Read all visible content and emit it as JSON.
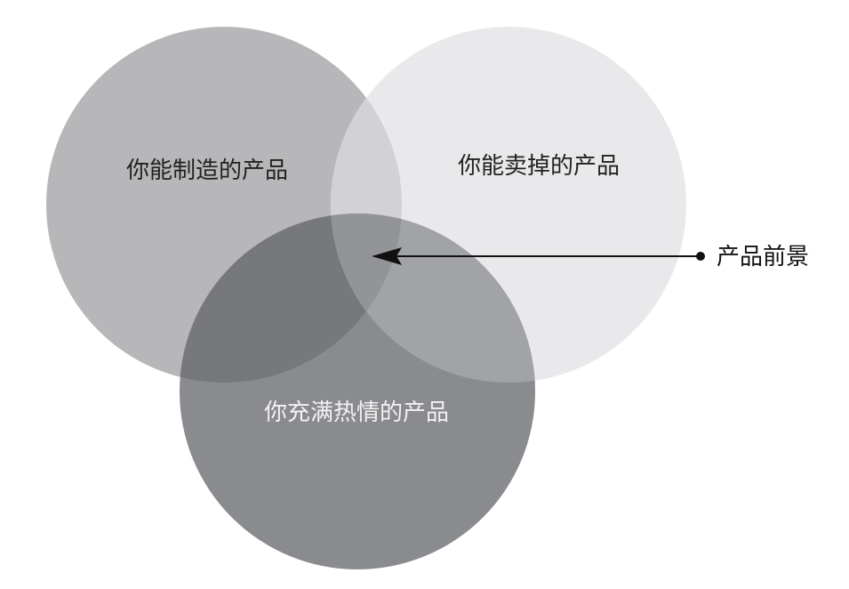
{
  "diagram": {
    "type": "venn-three-circle",
    "circles": [
      {
        "key": "make",
        "label": "你能制造的产品",
        "color": "#b7b7ba",
        "label_color": "#222222"
      },
      {
        "key": "sell",
        "label": "你能卖掉的产品",
        "color": "#e9e9eb",
        "label_color": "#222222"
      },
      {
        "key": "passion",
        "label": "你充满热情的产品",
        "color": "#8a8b8e",
        "label_color": "#f2f2f2"
      }
    ],
    "overlap_colors": {
      "make_sell": "#d2d2d4",
      "make_passion": "#77787b",
      "sell_passion": "#a2a3a6",
      "center": "#939497"
    },
    "callout": {
      "label": "产品前景",
      "line_color": "#111111",
      "points_to": "center"
    }
  }
}
